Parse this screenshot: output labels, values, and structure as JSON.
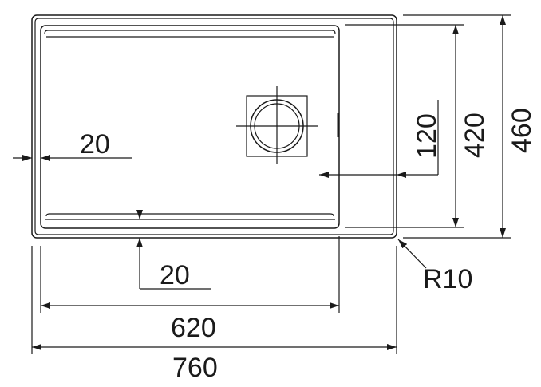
{
  "drawing": {
    "dimensions": {
      "left_offset": "20",
      "bottom_offset": "20",
      "drain_offset": "120",
      "bowl_height": "420",
      "overall_height": "460",
      "corner_radius": "R10",
      "bowl_width": "620",
      "overall_width": "760"
    },
    "colors": {
      "line": "#1a1a1a",
      "background": "#ffffff"
    }
  }
}
